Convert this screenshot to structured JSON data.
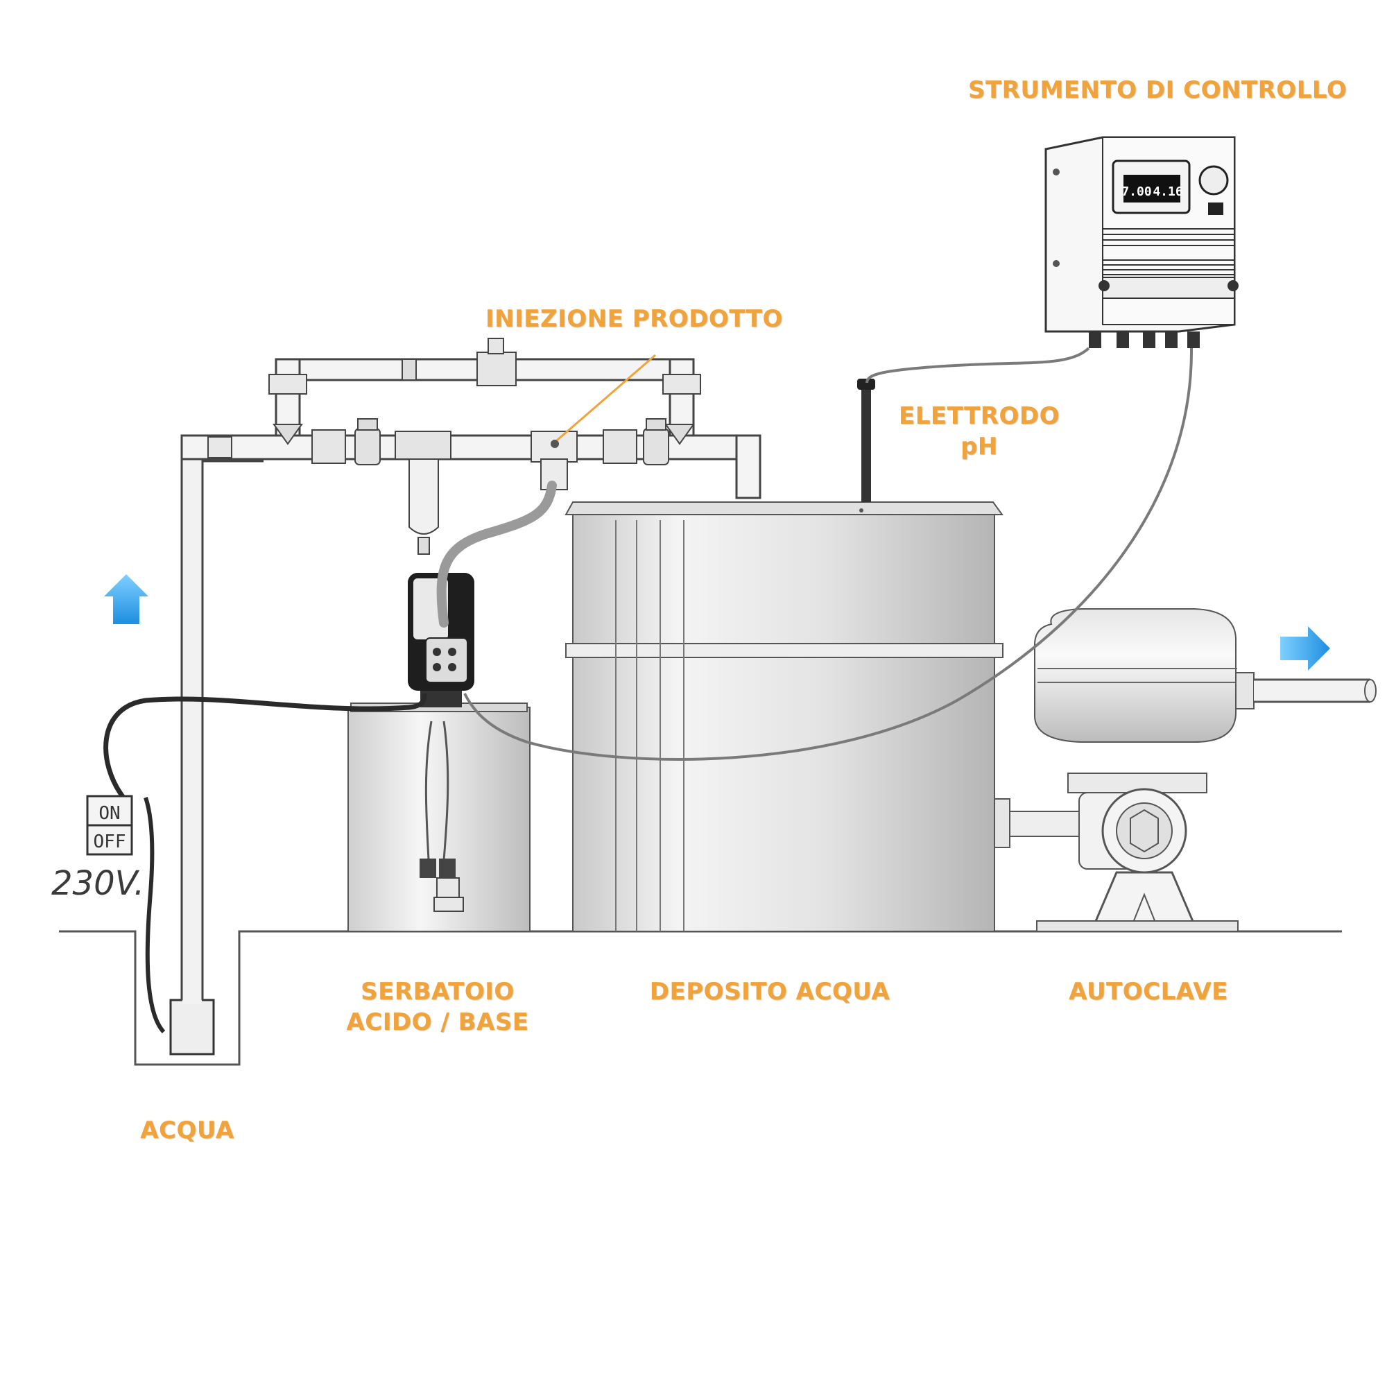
{
  "labels": {
    "control_instrument": "STRUMENTO DI CONTROLLO",
    "product_injection": "INIEZIONE PRODOTTO",
    "electrode_line1": "ELETTRODO",
    "electrode_line2": "pH",
    "tank_line1": "SERBATOIO",
    "tank_line2": "ACIDO / BASE",
    "water_deposit": "DEPOSITO ACQUA",
    "autoclave": "AUTOCLAVE",
    "water": "ACQUA"
  },
  "switch": {
    "on_label": "ON",
    "off_label": "OFF",
    "voltage": "230V."
  },
  "controller_display": {
    "value_left": "7.00",
    "value_right": "4.16"
  },
  "colors": {
    "label_orange": "#f0a33a",
    "arrow_blue": "#3aa0ea",
    "line_gray": "#7a7a7a",
    "cable_dark": "#2a2a2a"
  },
  "icons": [
    "up-arrow-icon",
    "right-arrow-icon"
  ]
}
